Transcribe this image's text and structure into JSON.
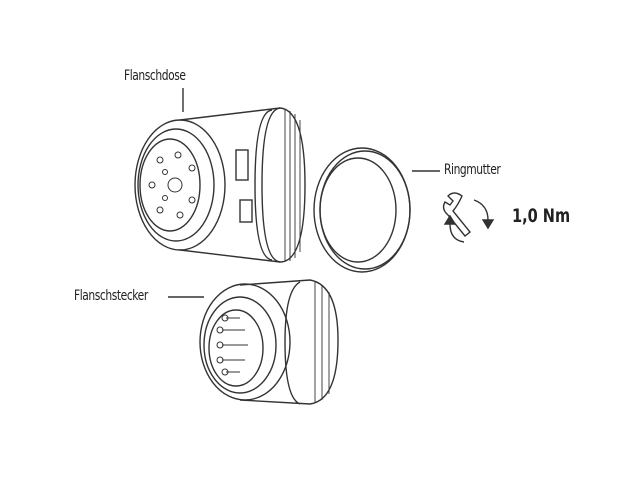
{
  "labels": {
    "socket": "Flanschdose",
    "ring_nut": "Ringmutter",
    "plug": "Flanschstecker"
  },
  "torque": {
    "value": "1,0 Nm",
    "icon": "wrench-rotate-icon"
  },
  "colors": {
    "line": "#333333",
    "background": "#ffffff"
  }
}
